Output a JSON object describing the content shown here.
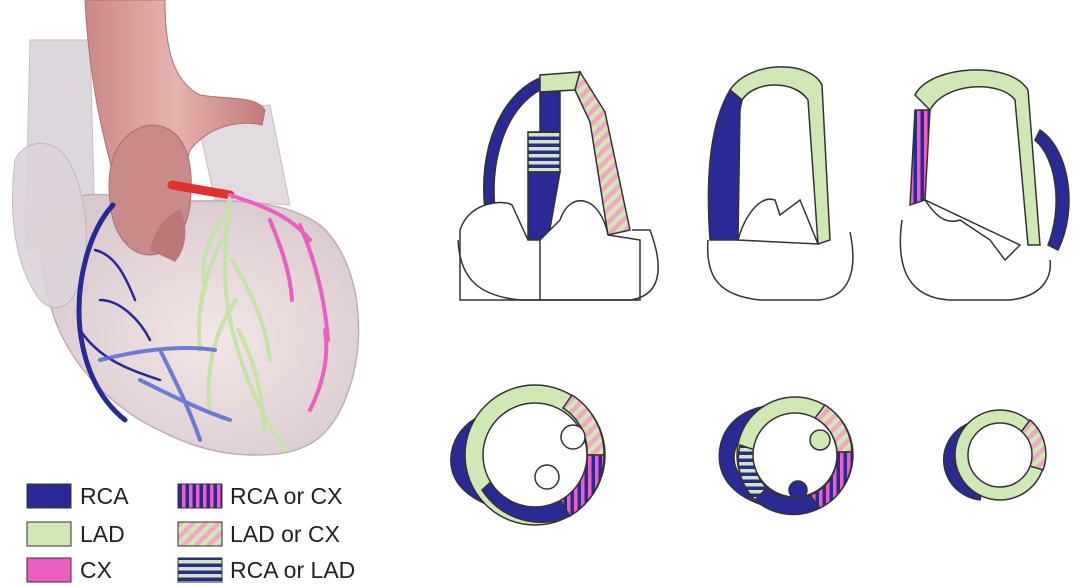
{
  "colors": {
    "rca": "#2a2a96",
    "lad": "#cfe8b6",
    "cx": "#ea5fc0",
    "outline": "#3a3a3a",
    "rca_or_cx_stripe": "#ea5fc0",
    "lad_or_cx_stripe": "#f4a6c2",
    "rca_or_lad_stripe": "#cfe8b6"
  },
  "legend": [
    {
      "key": "rca",
      "label": "RCA",
      "pattern": "solid-rca"
    },
    {
      "key": "lad",
      "label": "LAD",
      "pattern": "solid-lad"
    },
    {
      "key": "cx",
      "label": "CX",
      "pattern": "solid-cx"
    },
    {
      "key": "rca_or_cx",
      "label": "RCA or CX",
      "pattern": "vertical-stripes"
    },
    {
      "key": "lad_or_cx",
      "label": "LAD or CX",
      "pattern": "diagonal-stripes"
    },
    {
      "key": "rca_or_lad",
      "label": "RCA or LAD",
      "pattern": "horizontal-stripes"
    }
  ],
  "panels": [
    {
      "id": "heart-illustration",
      "type": "anterior heart with coronary arteries"
    },
    {
      "id": "four-chamber-view",
      "type": "long-axis"
    },
    {
      "id": "two-chamber-view",
      "type": "long-axis"
    },
    {
      "id": "three-chamber-view",
      "type": "long-axis"
    },
    {
      "id": "basal-short-axis",
      "type": "short-axis"
    },
    {
      "id": "mid-short-axis",
      "type": "short-axis"
    },
    {
      "id": "apical-short-axis",
      "type": "short-axis"
    }
  ]
}
